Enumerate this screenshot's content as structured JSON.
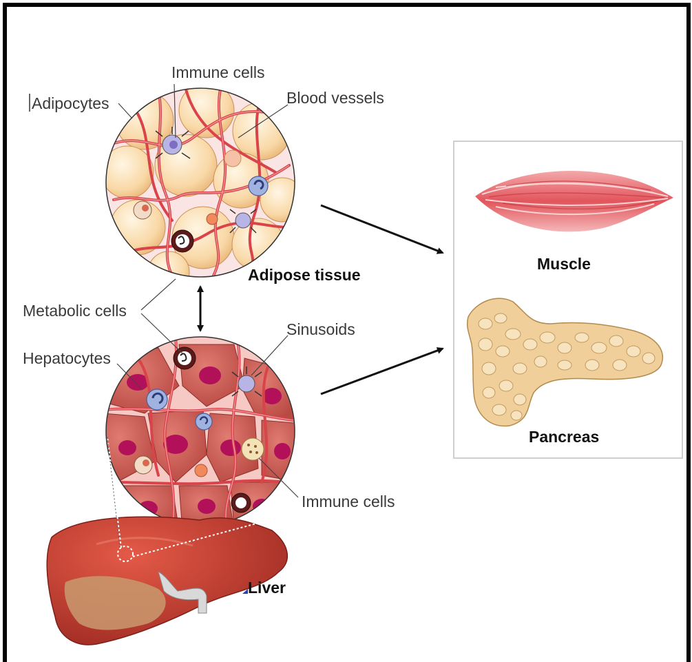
{
  "labels": {
    "adipocytes": "Adipocytes",
    "immune_cells_top": "Immune cells",
    "blood_vessels": "Blood vessels",
    "adipose_tissue": "Adipose tissue",
    "metabolic_cells": "Metabolic cells",
    "sinusoids": "Sinusoids",
    "hepatocytes": "Hepatocytes",
    "immune_cells_bottom": "Immune cells",
    "liver": "Liver",
    "muscle": "Muscle",
    "pancreas": "Pancreas"
  },
  "colors": {
    "frame": "#000000",
    "fat_cell": "#f9d8a6",
    "vessel": "#d9434a",
    "hepatocyte": "#c9564e",
    "nucleus": "#b3105a",
    "liver": "#c93a2e",
    "muscle": "#e4656a",
    "pancreas": "#f0cf9a"
  }
}
